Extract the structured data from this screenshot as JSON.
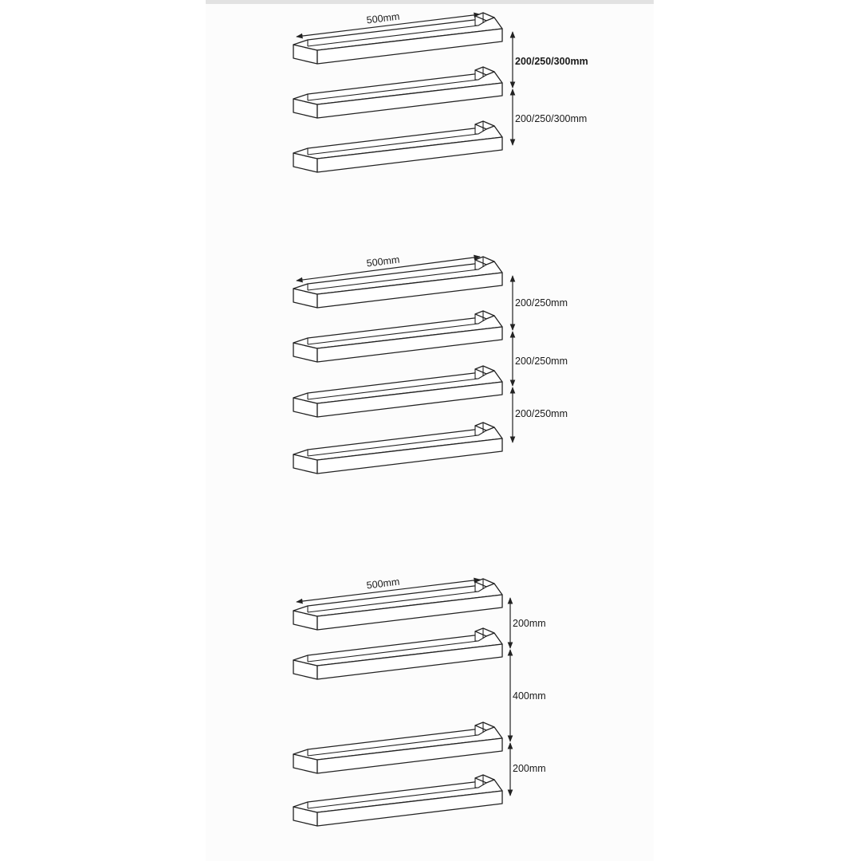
{
  "diagram": {
    "sets": [
      {
        "name": "three-rail-set",
        "rail_count": 3,
        "width_label": "500mm",
        "spacing_labels": [
          "200/250/300mm",
          "200/250/300mm"
        ]
      },
      {
        "name": "four-rail-set-even",
        "rail_count": 4,
        "width_label": "500mm",
        "spacing_labels": [
          "200/250mm",
          "200/250mm",
          "200/250mm"
        ]
      },
      {
        "name": "four-rail-set-split",
        "rail_count": 4,
        "width_label": "500mm",
        "spacing_labels": [
          "200mm",
          "400mm",
          "200mm"
        ]
      }
    ],
    "colors": {
      "line": "#222222",
      "background": "#ffffff",
      "panel": "#fcfcfc"
    }
  }
}
